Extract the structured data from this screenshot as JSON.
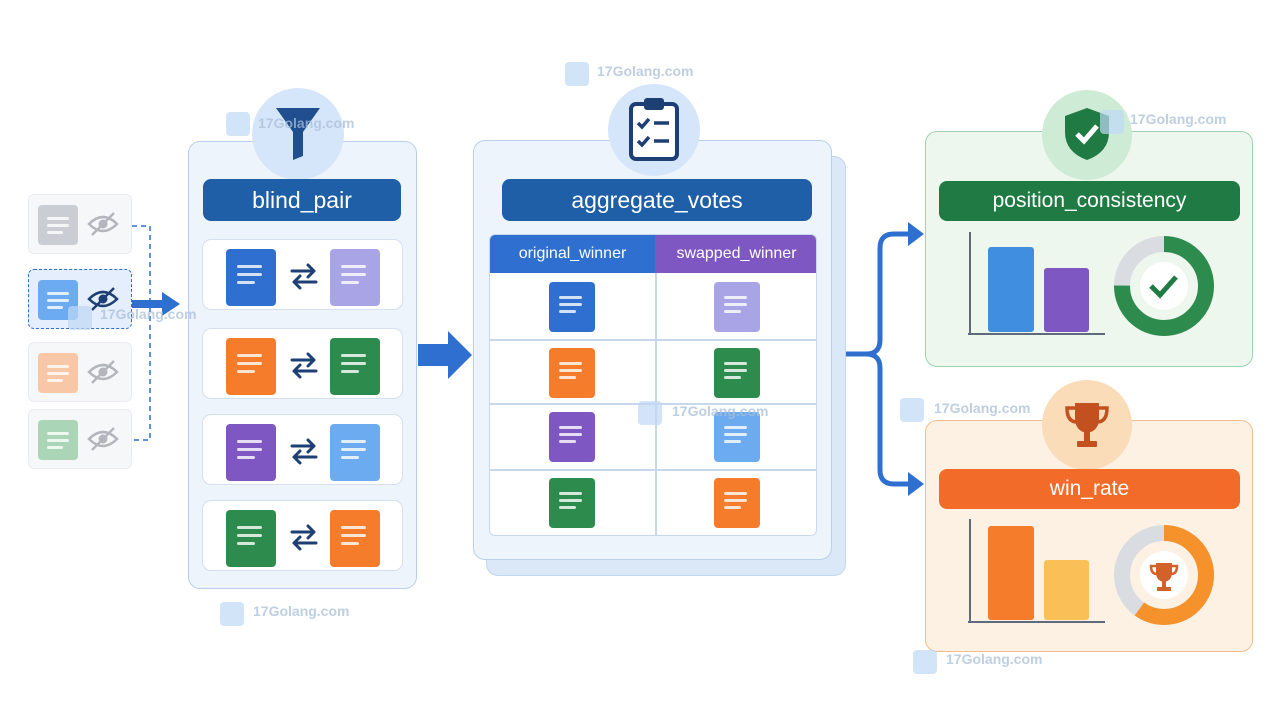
{
  "watermark_text": "17Golang.com",
  "colors": {
    "blue": "#2f6fd0",
    "dark_blue": "#1f5fa8",
    "purple": "#7e57c2",
    "lavender": "#a9a4e6",
    "orange": "#f57c2a",
    "green": "#2e8b4e",
    "light_blue": "#6cabf0",
    "gray": "#b9bec6"
  },
  "inputs": {
    "cards": [
      {
        "doc_color": "gray",
        "state": "hidden",
        "icon": "eye-slash-icon"
      },
      {
        "doc_color": "blue",
        "state": "selected",
        "icon": "eye-slash-icon"
      },
      {
        "doc_color": "orange",
        "state": "hidden",
        "icon": "eye-slash-icon"
      },
      {
        "doc_color": "green",
        "state": "hidden",
        "icon": "eye-slash-icon"
      }
    ]
  },
  "blind_pair": {
    "title": "blind_pair",
    "icon": "funnel-icon",
    "pairs": [
      {
        "left": "blue",
        "right": "lavender"
      },
      {
        "left": "orange",
        "right": "green"
      },
      {
        "left": "purple",
        "right": "light_blue"
      },
      {
        "left": "green",
        "right": "orange"
      }
    ]
  },
  "aggregate_votes": {
    "title": "aggregate_votes",
    "icon": "clipboard-check-icon",
    "columns": [
      "original_winner",
      "swapped_winner"
    ],
    "rows": [
      [
        "blue",
        "lavender"
      ],
      [
        "orange",
        "green"
      ],
      [
        "purple",
        "light_blue"
      ],
      [
        "green",
        "orange"
      ]
    ]
  },
  "position_consistency": {
    "title": "position_consistency",
    "icon": "shield-check-icon",
    "theme_color": "#2e8b4e",
    "donut_center_icon": "check-icon"
  },
  "win_rate": {
    "title": "win_rate",
    "icon": "trophy-icon",
    "theme_color": "#f57c2a",
    "donut_center_icon": "trophy-icon"
  }
}
